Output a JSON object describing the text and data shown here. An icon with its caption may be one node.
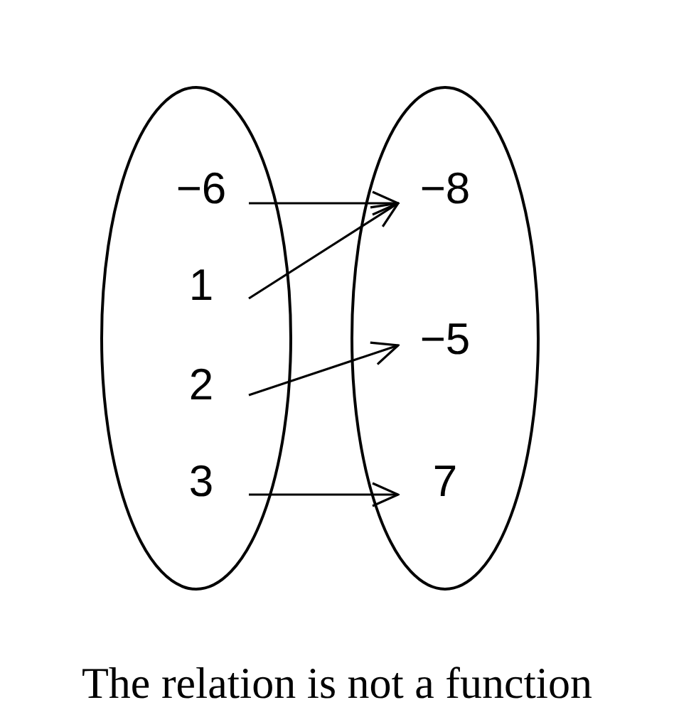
{
  "diagram": {
    "caption": "The relation is not a function",
    "nodes": [
      {
        "text": [],
        "shape": "ellipse"
      },
      {
        "text": [
          "−6"
        ],
        "in": 0
      },
      {
        "text": [
          "1"
        ],
        "in": 0
      },
      {
        "text": [
          "2"
        ],
        "in": 0
      },
      {
        "text": [
          "3"
        ],
        "in": 0
      },
      {
        "text": [],
        "shape": "ellipse"
      },
      {
        "text": [
          "−8"
        ],
        "in": 5
      },
      {
        "text": [
          "−5"
        ],
        "in": 5
      },
      {
        "text": [
          "7"
        ],
        "in": 5
      }
    ],
    "edges": [
      {
        "from": 1,
        "to": 6,
        "arrow": "to"
      },
      {
        "from": 2,
        "to": 6,
        "arrow": "to"
      },
      {
        "from": 3,
        "to": 7,
        "arrow": "to"
      },
      {
        "from": 4,
        "to": 8,
        "arrow": "to"
      }
    ]
  }
}
